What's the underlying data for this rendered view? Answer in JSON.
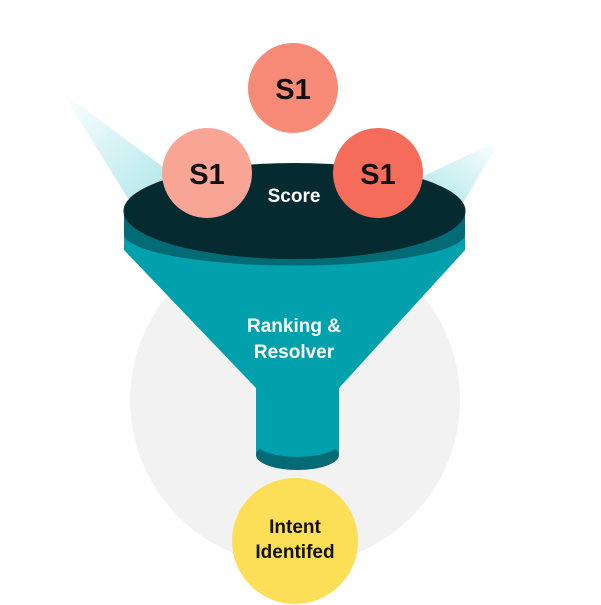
{
  "funnel": {
    "top_label": "Score",
    "body_label_line1": "Ranking &",
    "body_label_line2": "Resolver"
  },
  "scores": [
    {
      "label": "S1",
      "color": "#f78a76"
    },
    {
      "label": "S1",
      "color": "#f9a596"
    },
    {
      "label": "S1",
      "color": "#f56d5a"
    }
  ],
  "output": {
    "label_line1": "Intent",
    "label_line2": "Identifed",
    "color": "#fddf57"
  },
  "colors": {
    "funnel_teal": "#00a0ad",
    "funnel_rim": "#026b75",
    "funnel_top": "#052a30",
    "beam": "#8fdde3",
    "backdrop": "#f2f2f2",
    "score_text": "#111111",
    "label_text": "#ffffff"
  }
}
